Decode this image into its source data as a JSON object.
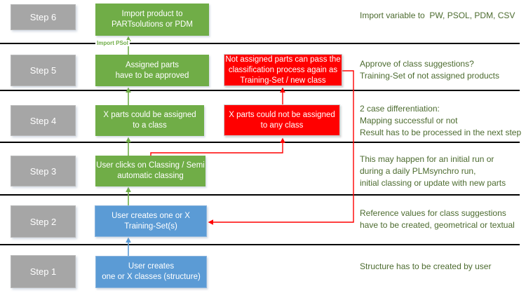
{
  "colors": {
    "box_green": "#70AD47",
    "box_blue": "#5B9BD5",
    "box_red": "#FF0000",
    "box_gray": "#A6A6A6",
    "annotation_text": "#4C6B2F",
    "separator": "#000000"
  },
  "steps": [
    "Step 6",
    "Step 5",
    "Step 4",
    "Step 3",
    "Step 2",
    "Step 1"
  ],
  "flow": {
    "import_psol_label": "Import PSol",
    "boxes": {
      "import_product": {
        "lines": [
          "Import product to",
          "PARTsolutions or PDM"
        ]
      },
      "assigned_parts": {
        "lines": [
          "Assigned parts",
          "have to be approved"
        ]
      },
      "not_assigned_parts": {
        "lines": [
          "Not assigned parts can pass the",
          "classification process again as",
          "Training-Set / new class"
        ]
      },
      "parts_assigned": {
        "lines": [
          "X parts could be assigned",
          "to a class"
        ]
      },
      "parts_not_assigned": {
        "lines": [
          "X parts could not be assigned",
          "to any class"
        ]
      },
      "user_clicks_classing": {
        "lines": [
          "User clicks on Classing / Semi",
          "automatic classing"
        ]
      },
      "user_creates_training_set": {
        "lines": [
          "User creates one or X",
          "Training-Set(s)"
        ]
      },
      "user_creates_classes": {
        "lines": [
          "User creates",
          "one or X classes (structure)"
        ]
      }
    }
  },
  "annotations": [
    {
      "lines": [
        "Import variable to  PW, PSOL, PDM, CSV"
      ]
    },
    {
      "lines": [
        "Approve of class suggestions?",
        "Training-Set of not assigned products"
      ]
    },
    {
      "lines": [
        "2 case differentiation:",
        "Mapping successful or not",
        "Result has to be processed in the next step"
      ]
    },
    {
      "lines": [
        "This may happen for an initial run or",
        "during a daily PLMsynchro run,",
        "initial classing or update with new parts"
      ]
    },
    {
      "lines": [
        "Reference values for class suggestions",
        "have to be created, geometrical or textual"
      ]
    },
    {
      "lines": [
        "Structure has to be created by user"
      ]
    }
  ]
}
